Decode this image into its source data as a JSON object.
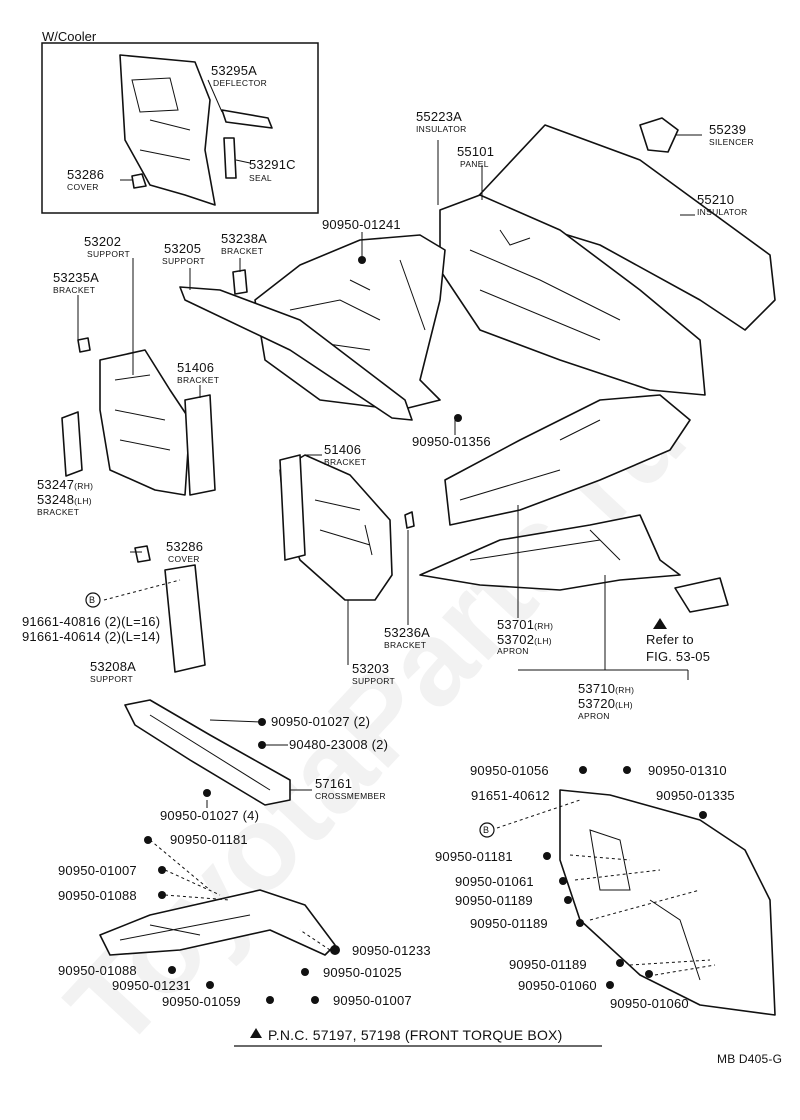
{
  "watermark": "ToyotaParts.ru",
  "inset": {
    "title": "W/Cooler"
  },
  "labels": {
    "p53295A": "53295A",
    "n53295A": "DEFLECTOR",
    "p53291C": "53291C",
    "n53291C": "SEAL",
    "p53286a": "53286",
    "n53286a": "COVER",
    "p55223A": "55223A",
    "n55223A": "INSULATOR",
    "p55101": "55101",
    "n55101": "PANEL",
    "p55239": "55239",
    "n55239": "SILENCER",
    "p55210": "55210",
    "n55210": "INSULATOR",
    "p90950_01241": "90950-01241",
    "p53202": "53202",
    "n53202": "SUPPORT",
    "p53205": "53205",
    "n53205": "SUPPORT",
    "p53238A": "53238A",
    "n53238A": "BRACKET",
    "p53235A": "53235A",
    "n53235A": "BRACKET",
    "p51406a": "51406",
    "n51406a": "BRACKET",
    "p90950_01356": "90950-01356",
    "p51406b": "51406",
    "n51406b": "BRACKET",
    "p53247": "53247",
    "s53247": "(RH)",
    "p53248": "53248",
    "s53248": "(LH)",
    "n53247": "BRACKET",
    "p53286b": "53286",
    "n53286b": "COVER",
    "bmark": "B",
    "p91661_40816": "91661-40816 (2)(L=16)",
    "p91661_40614": "91661-40614 (2)(L=14)",
    "p53208A": "53208A",
    "n53208A": "SUPPORT",
    "p53236A": "53236A",
    "n53236A": "BRACKET",
    "p53203": "53203",
    "n53203": "SUPPORT",
    "p53701": "53701",
    "s53701": "(RH)",
    "p53702": "53702",
    "s53702": "(LH)",
    "n53701": "APRON",
    "refer1": "Refer to",
    "refer2": "FIG. 53-05",
    "p53710": "53710",
    "s53710": "(RH)",
    "p53720": "53720",
    "s53720": "(LH)",
    "n53710": "APRON",
    "p90950_01027_2": "90950-01027 (2)",
    "p90480_23008": "90480-23008 (2)",
    "p57161": "57161",
    "n57161": "CROSSMEMBER",
    "p90950_01027_4": "90950-01027 (4)",
    "p90950_01056": "90950-01056",
    "p90950_01310": "90950-01310",
    "p91651_40612": "91651-40612",
    "p90950_01335": "90950-01335",
    "p90950_01181b": "90950-01181",
    "p90950_01061": "90950-01061",
    "p90950_01189a": "90950-01189",
    "p90950_01189b": "90950-01189",
    "p90950_01189c": "90950-01189",
    "p90950_01060a": "90950-01060",
    "p90950_01060b": "90950-01060",
    "p90950_01181a": "90950-01181",
    "p90950_01007a": "90950-01007",
    "p90950_01088a": "90950-01088",
    "p90950_01233": "90950-01233",
    "p90950_01088b": "90950-01088",
    "p90950_01025": "90950-01025",
    "p90950_01231": "90950-01231",
    "p90950_01007b": "90950-01007",
    "p90950_01059": "90950-01059",
    "footnote": "P.N.C. 57197, 57198 (FRONT TORQUE BOX)",
    "code": "MB D405-G"
  }
}
